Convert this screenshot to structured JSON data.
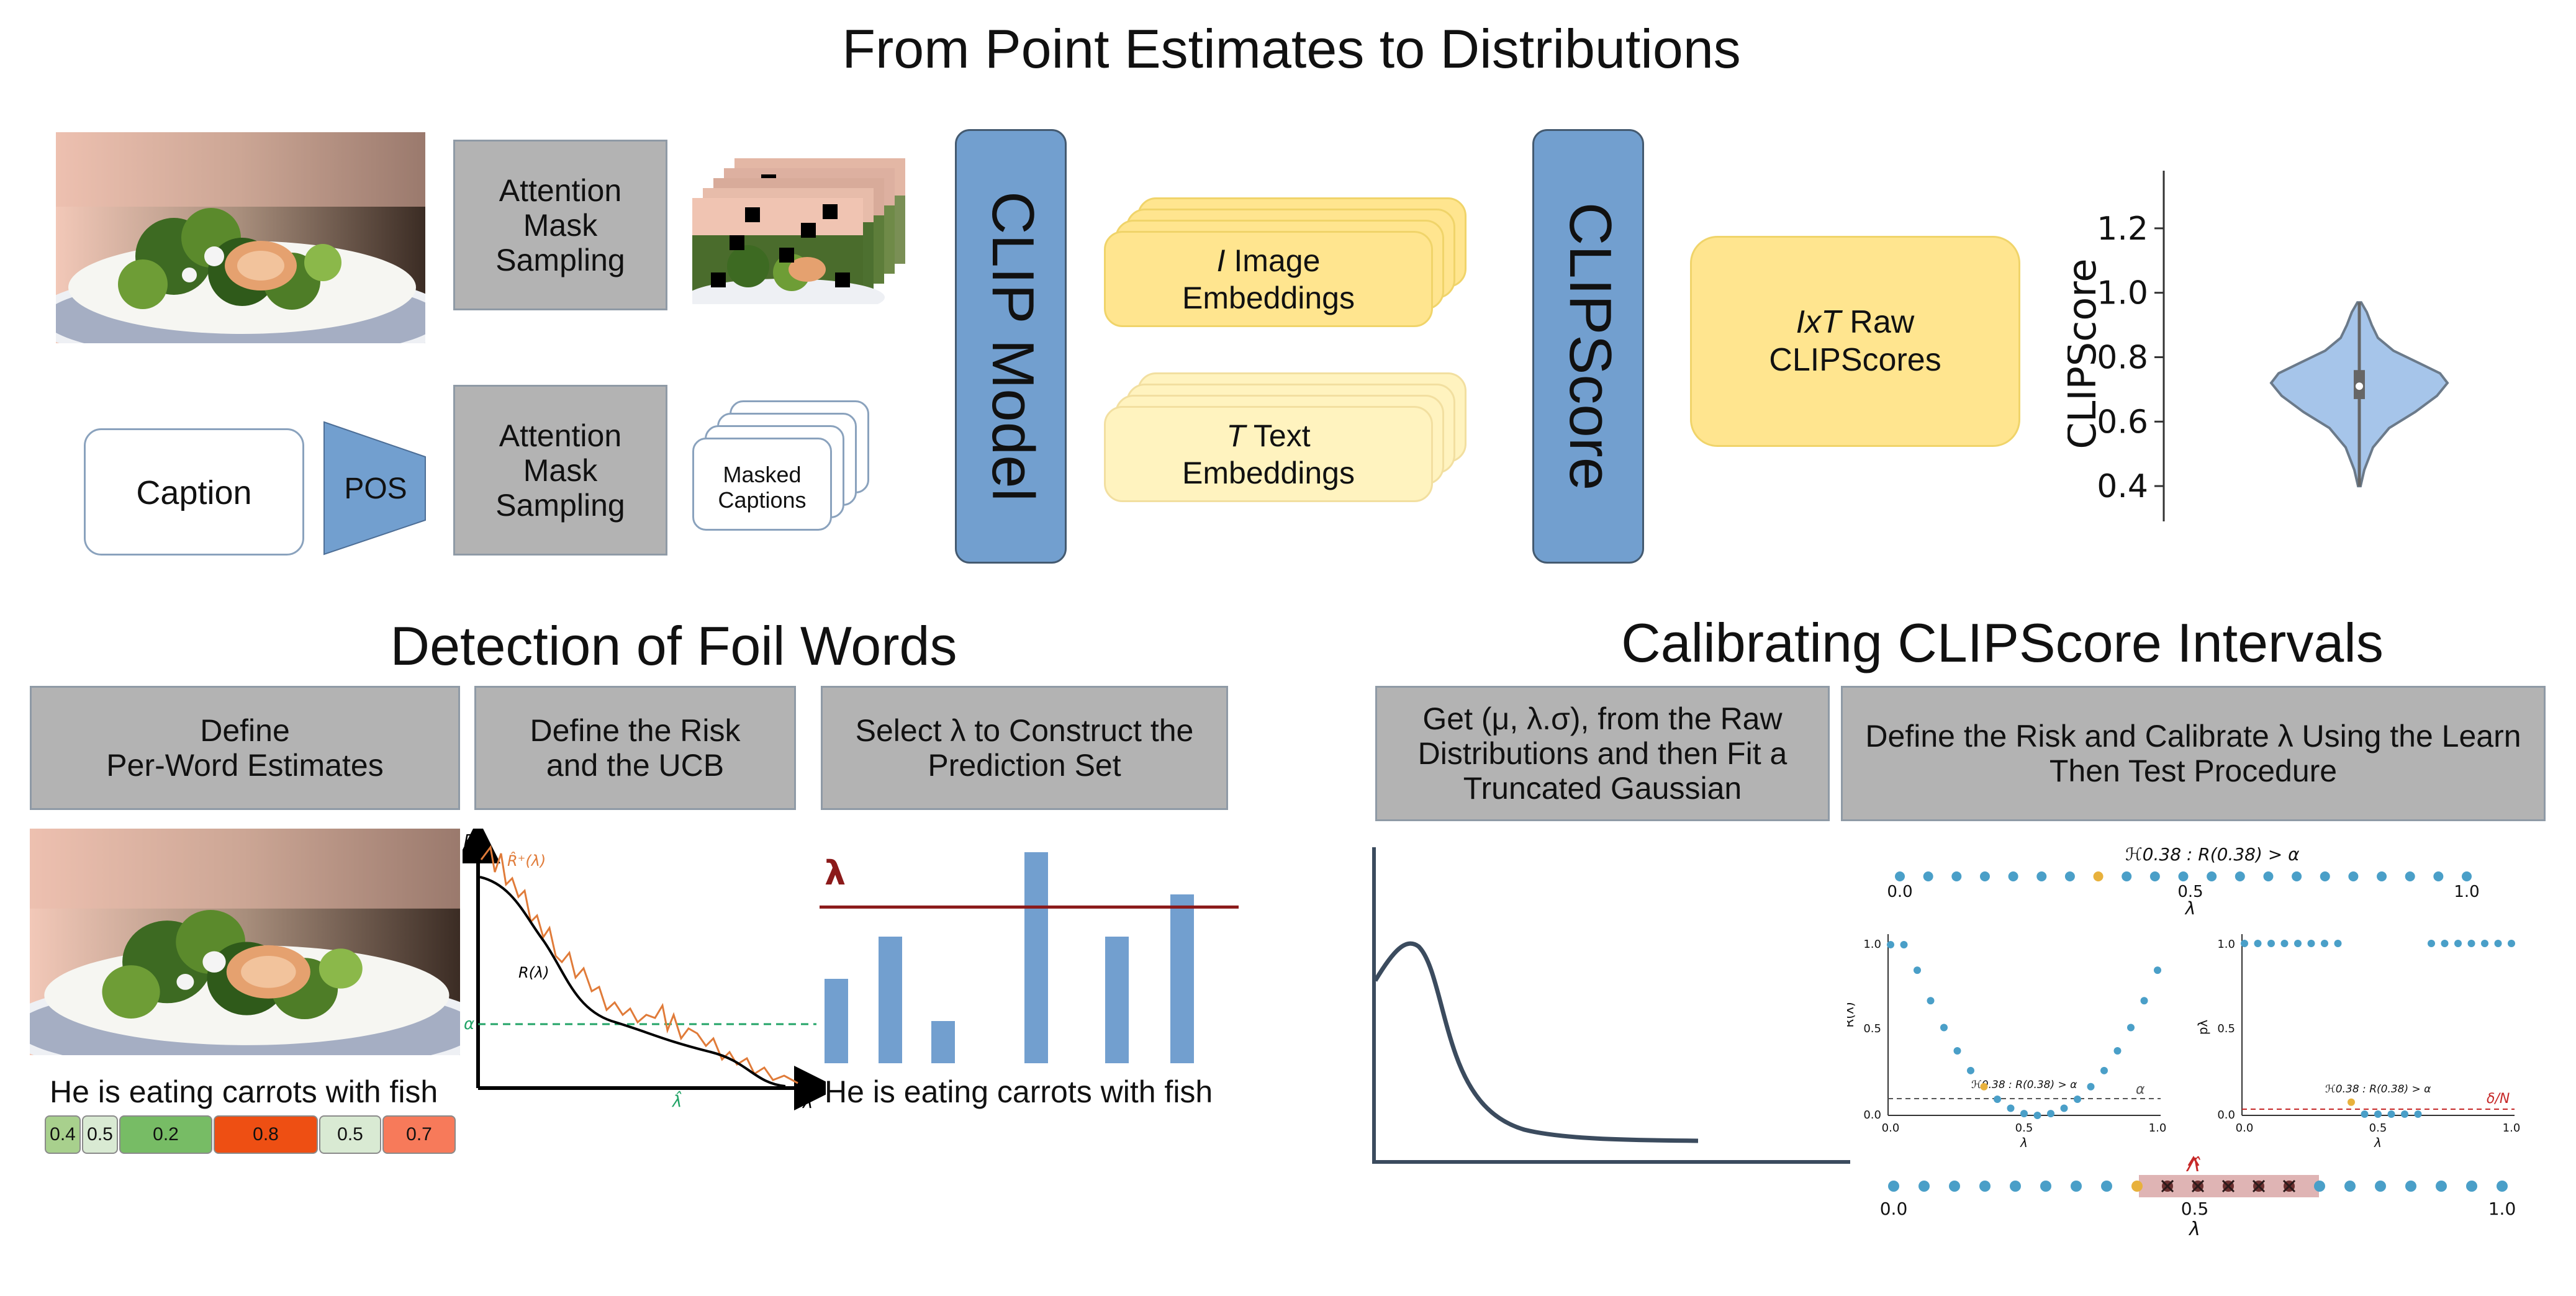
{
  "titles": {
    "main": "From Point Estimates to Distributions",
    "foil": "Detection of Foil Words",
    "calib": "Calibrating CLIPScore Intervals"
  },
  "pipeline": {
    "caption_label": "Caption",
    "pos_label": "POS",
    "attn_label_1": "Attention\nMask\nSampling",
    "attn_label_2": "Attention\nMask\nSampling",
    "masked_captions_label": "Masked\nCaptions",
    "clip_model_label": "CLIP Model",
    "clipscore_label": "CLIPScore",
    "image_emb_italic": "I",
    "image_emb_text": " Image",
    "image_emb_line2": "Embeddings",
    "text_emb_italic": "T",
    "text_emb_text": " Text",
    "text_emb_line2": "Embeddings",
    "raw_italic": "IxT",
    "raw_text": " Raw",
    "raw_line2": "CLIPScores"
  },
  "violin": {
    "ylabel": "CLIPScore",
    "ticks": [
      "1.2",
      "1.0",
      "0.8",
      "0.6",
      "0.4"
    ],
    "median": 0.71,
    "q1": 0.67,
    "q3": 0.76,
    "min": 0.4,
    "max": 0.97,
    "ylim": [
      0.3,
      1.35
    ],
    "fill": "#a6c5ea",
    "stroke": "#6b7a8a"
  },
  "foil_steps": {
    "step1": "Define\nPer-Word Estimates",
    "step2": "Define the Risk\nand the UCB",
    "step3": "Select λ to Construct the\nPrediction Set"
  },
  "sentence": "He is eating carrots with fish",
  "sentence2": "He is eating carrots with fish",
  "tokens": [
    {
      "value": "0.4",
      "color": "#a8d08d"
    },
    {
      "value": "0.5",
      "color": "#d9ead3"
    },
    {
      "value": "0.2",
      "color": "#77bc65"
    },
    {
      "value": "0.8",
      "color": "#ee4f13"
    },
    {
      "value": "0.5",
      "color": "#d9ead3"
    },
    {
      "value": "0.7",
      "color": "#f77a5a"
    }
  ],
  "risk_plot": {
    "y_axis": "R",
    "x_axis": "λ",
    "ucb_label": "R̂⁺(λ)",
    "risk_label": "R(λ)",
    "alpha_label": "α",
    "lambda_hat_label": "λ̂",
    "ucb_color": "#e07b39",
    "alpha_color": "#21a366"
  },
  "lambda_bars": {
    "lambda_label": "λ",
    "threshold_color": "#8b1a1a",
    "bar_color": "#729fcf",
    "values": [
      0.4,
      0.6,
      0.2,
      1.0,
      0.6,
      0.8
    ],
    "threshold": 0.74
  },
  "calib_steps": {
    "step1": "Get (μ, λ.σ), from the Raw\nDistributions and then Fit a\nTruncated Gaussian",
    "step2": "Define the Risk and Calibrate λ Using the Learn\nThen Test Procedure"
  },
  "ltt": {
    "hyp_label": "ℋ0.38 : R(0.38) > α",
    "hyp_small": "ℋ0.38 : R(0.38) > α",
    "axis_start": "0.0",
    "axis_mid": "0.5",
    "axis_end": "1.0",
    "lambda": "λ",
    "risk_ylabel": "R̂(λ)",
    "p_ylabel": "pλ",
    "alpha": "α",
    "delta_label": "δ/N",
    "y_ticks": [
      "1.0",
      "0.5",
      "0.0"
    ],
    "x_ticks": [
      "0.0",
      "0.5",
      "1.0"
    ],
    "set_label": "Λ̂",
    "dot_color": "#4a9fc8",
    "highlight_color": "#e8b13c"
  },
  "colors": {
    "blue": "#729fcf",
    "yellow": "#ffe58f",
    "yellow_light": "#fff3bf",
    "gray": "#b3b3b3"
  }
}
